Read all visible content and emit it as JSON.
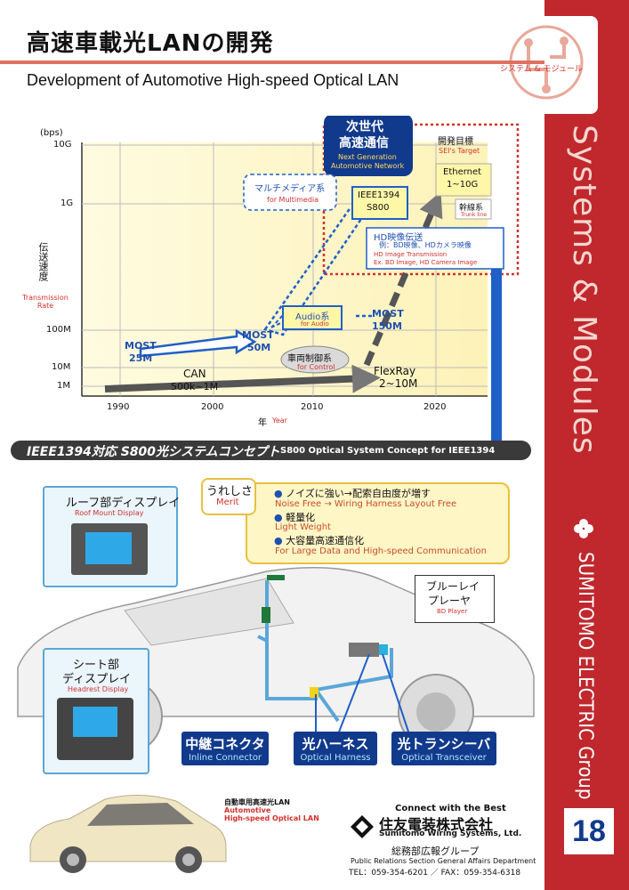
{
  "header": {
    "title_jp": "高速車載光LANの開発",
    "title_en": "Development of Automotive High-speed Optical LAN",
    "category": "システム & モジュール"
  },
  "sidebar": {
    "section_en": "Systems & Modules",
    "brand": "SUMITOMO ELECTRIC Group",
    "page_number": "18"
  },
  "chart_data": {
    "type": "diagram",
    "y_unit": "(bps)",
    "y_ticks": [
      "10G",
      "1G",
      "100M",
      "10M",
      "1M"
    ],
    "x_ticks": [
      "1990",
      "2000",
      "2010",
      "2020"
    ],
    "ylabel_jp": "伝送速度",
    "ylabel_en": "Transmission Rate",
    "xlabel_jp": "年",
    "xlabel_en": "Year",
    "next_gen": {
      "jp1": "次世代",
      "jp2": "高速通信",
      "en1": "Next Generation",
      "en2": "Automotive Network"
    },
    "target": {
      "jp": "開発目標",
      "en": "SEI's Target"
    },
    "ethernet": {
      "l1": "Ethernet",
      "l2": "1~10G"
    },
    "ieee": {
      "l1": "IEEE1394",
      "l2": "S800"
    },
    "trunk": {
      "jp": "幹線系",
      "en": "Trunk line"
    },
    "multimedia": {
      "jp": "マルチメディア系",
      "en": "for Multimedia"
    },
    "hd": {
      "jp1": "HD映像伝送",
      "jp2": "例：BD映像、HDカメラ映像",
      "en1": "HD Image Transmission",
      "en2": "Ex. BD Image, HD Camera Image"
    },
    "audio": {
      "jp": "Audio系",
      "en": "for Audio"
    },
    "most25": {
      "l1": "MOST",
      "l2": "25M"
    },
    "most50": {
      "l1": "MOST",
      "l2": "50M"
    },
    "most150": {
      "l1": "MOST",
      "l2": "150M"
    },
    "control": {
      "jp": "車両制御系",
      "en": "for Control"
    },
    "can": {
      "l1": "CAN",
      "l2": "500k~1M"
    },
    "flexray": {
      "l1": "FlexRay",
      "l2": "2~10M"
    }
  },
  "concept": {
    "title_jp": "IEEE1394対応 S800光システムコンセプト",
    "title_en": "S800 Optical System Concept for IEEE1394"
  },
  "merit": {
    "label_jp": "うれしさ",
    "label_en": "Merit",
    "items": [
      {
        "jp": "ノイズに強い→配索自由度が増す",
        "en": "Noise Free → Wiring Harness Layout Free"
      },
      {
        "jp": "軽量化",
        "en": "Light Weight"
      },
      {
        "jp": "大容量高速通信化",
        "en": "For Large Data and High-speed Communication"
      }
    ]
  },
  "callouts": {
    "roof": {
      "jp": "ルーフ部ディスプレイ",
      "en": "Roof Mount Display"
    },
    "seat": {
      "jp1": "シート部",
      "jp2": "ディスプレイ",
      "en": "Headrest Display"
    },
    "bd": {
      "jp1": "ブルーレイ",
      "jp2": "プレーヤ",
      "en": "BD Player"
    }
  },
  "components": [
    {
      "jp": "中継コネクタ",
      "en": "Inline Connector"
    },
    {
      "jp": "光ハーネス",
      "en": "Optical Harness"
    },
    {
      "jp": "光トランシーバ",
      "en": "Optical Transceiver"
    }
  ],
  "car_caption": {
    "jp": "自動車用高速光LAN",
    "en1": "Automotive",
    "en2": "High-speed Optical LAN"
  },
  "footer": {
    "slogan": "Connect with the Best",
    "company_jp": "住友電装株式会社",
    "company_en": "Sumitomo Wiring Systems, Ltd.",
    "dept_jp": "総務部広報グループ",
    "dept_en": "Public Relations Section General Affairs Department",
    "contact": "TEL：059-354-6201 ／ FAX：059-354-6318"
  },
  "colors": {
    "accent_red": "#c0282e",
    "navy": "#123a8c",
    "chart_bg": "#fdf7c8"
  }
}
